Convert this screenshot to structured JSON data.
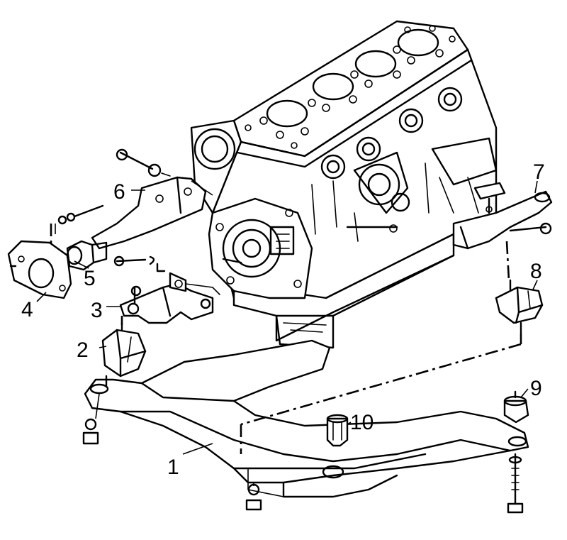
{
  "diagram": {
    "callouts": [
      {
        "id": "1",
        "label": "1"
      },
      {
        "id": "2",
        "label": "2"
      },
      {
        "id": "3",
        "label": "3"
      },
      {
        "id": "4",
        "label": "4"
      },
      {
        "id": "5",
        "label": "5"
      },
      {
        "id": "6",
        "label": "6"
      },
      {
        "id": "7",
        "label": "7"
      },
      {
        "id": "8",
        "label": "8"
      },
      {
        "id": "9",
        "label": "9"
      },
      {
        "id": "10",
        "label": "10"
      }
    ]
  },
  "colors": {
    "ink": "#000000",
    "paper": "#ffffff"
  }
}
